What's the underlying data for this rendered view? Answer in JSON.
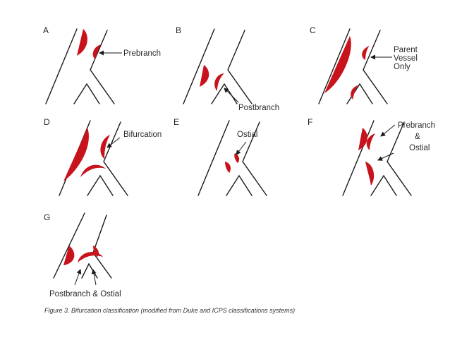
{
  "colors": {
    "lesion": "#c8121c",
    "line": "#1a1a1a",
    "text": "#2a2a2a"
  },
  "panels": {
    "A": {
      "letter": "A",
      "labels": [
        "Prebranch"
      ]
    },
    "B": {
      "letter": "B",
      "labels": [
        "Postbranch"
      ]
    },
    "C": {
      "letter": "C",
      "labels": [
        "Parent",
        "Vessel",
        "Only"
      ]
    },
    "D": {
      "letter": "D",
      "labels": [
        "Bifurcation"
      ]
    },
    "E": {
      "letter": "E",
      "labels": [
        "Ostial"
      ]
    },
    "F": {
      "letter": "F",
      "labels": [
        "Prebranch",
        "&",
        "Ostial"
      ]
    },
    "G": {
      "letter": "G",
      "labels": [
        "Postbranch & Ostial"
      ]
    }
  },
  "caption": "Figure 3. Bifurcation classification (modified from Duke and ICPS classifications systems)"
}
